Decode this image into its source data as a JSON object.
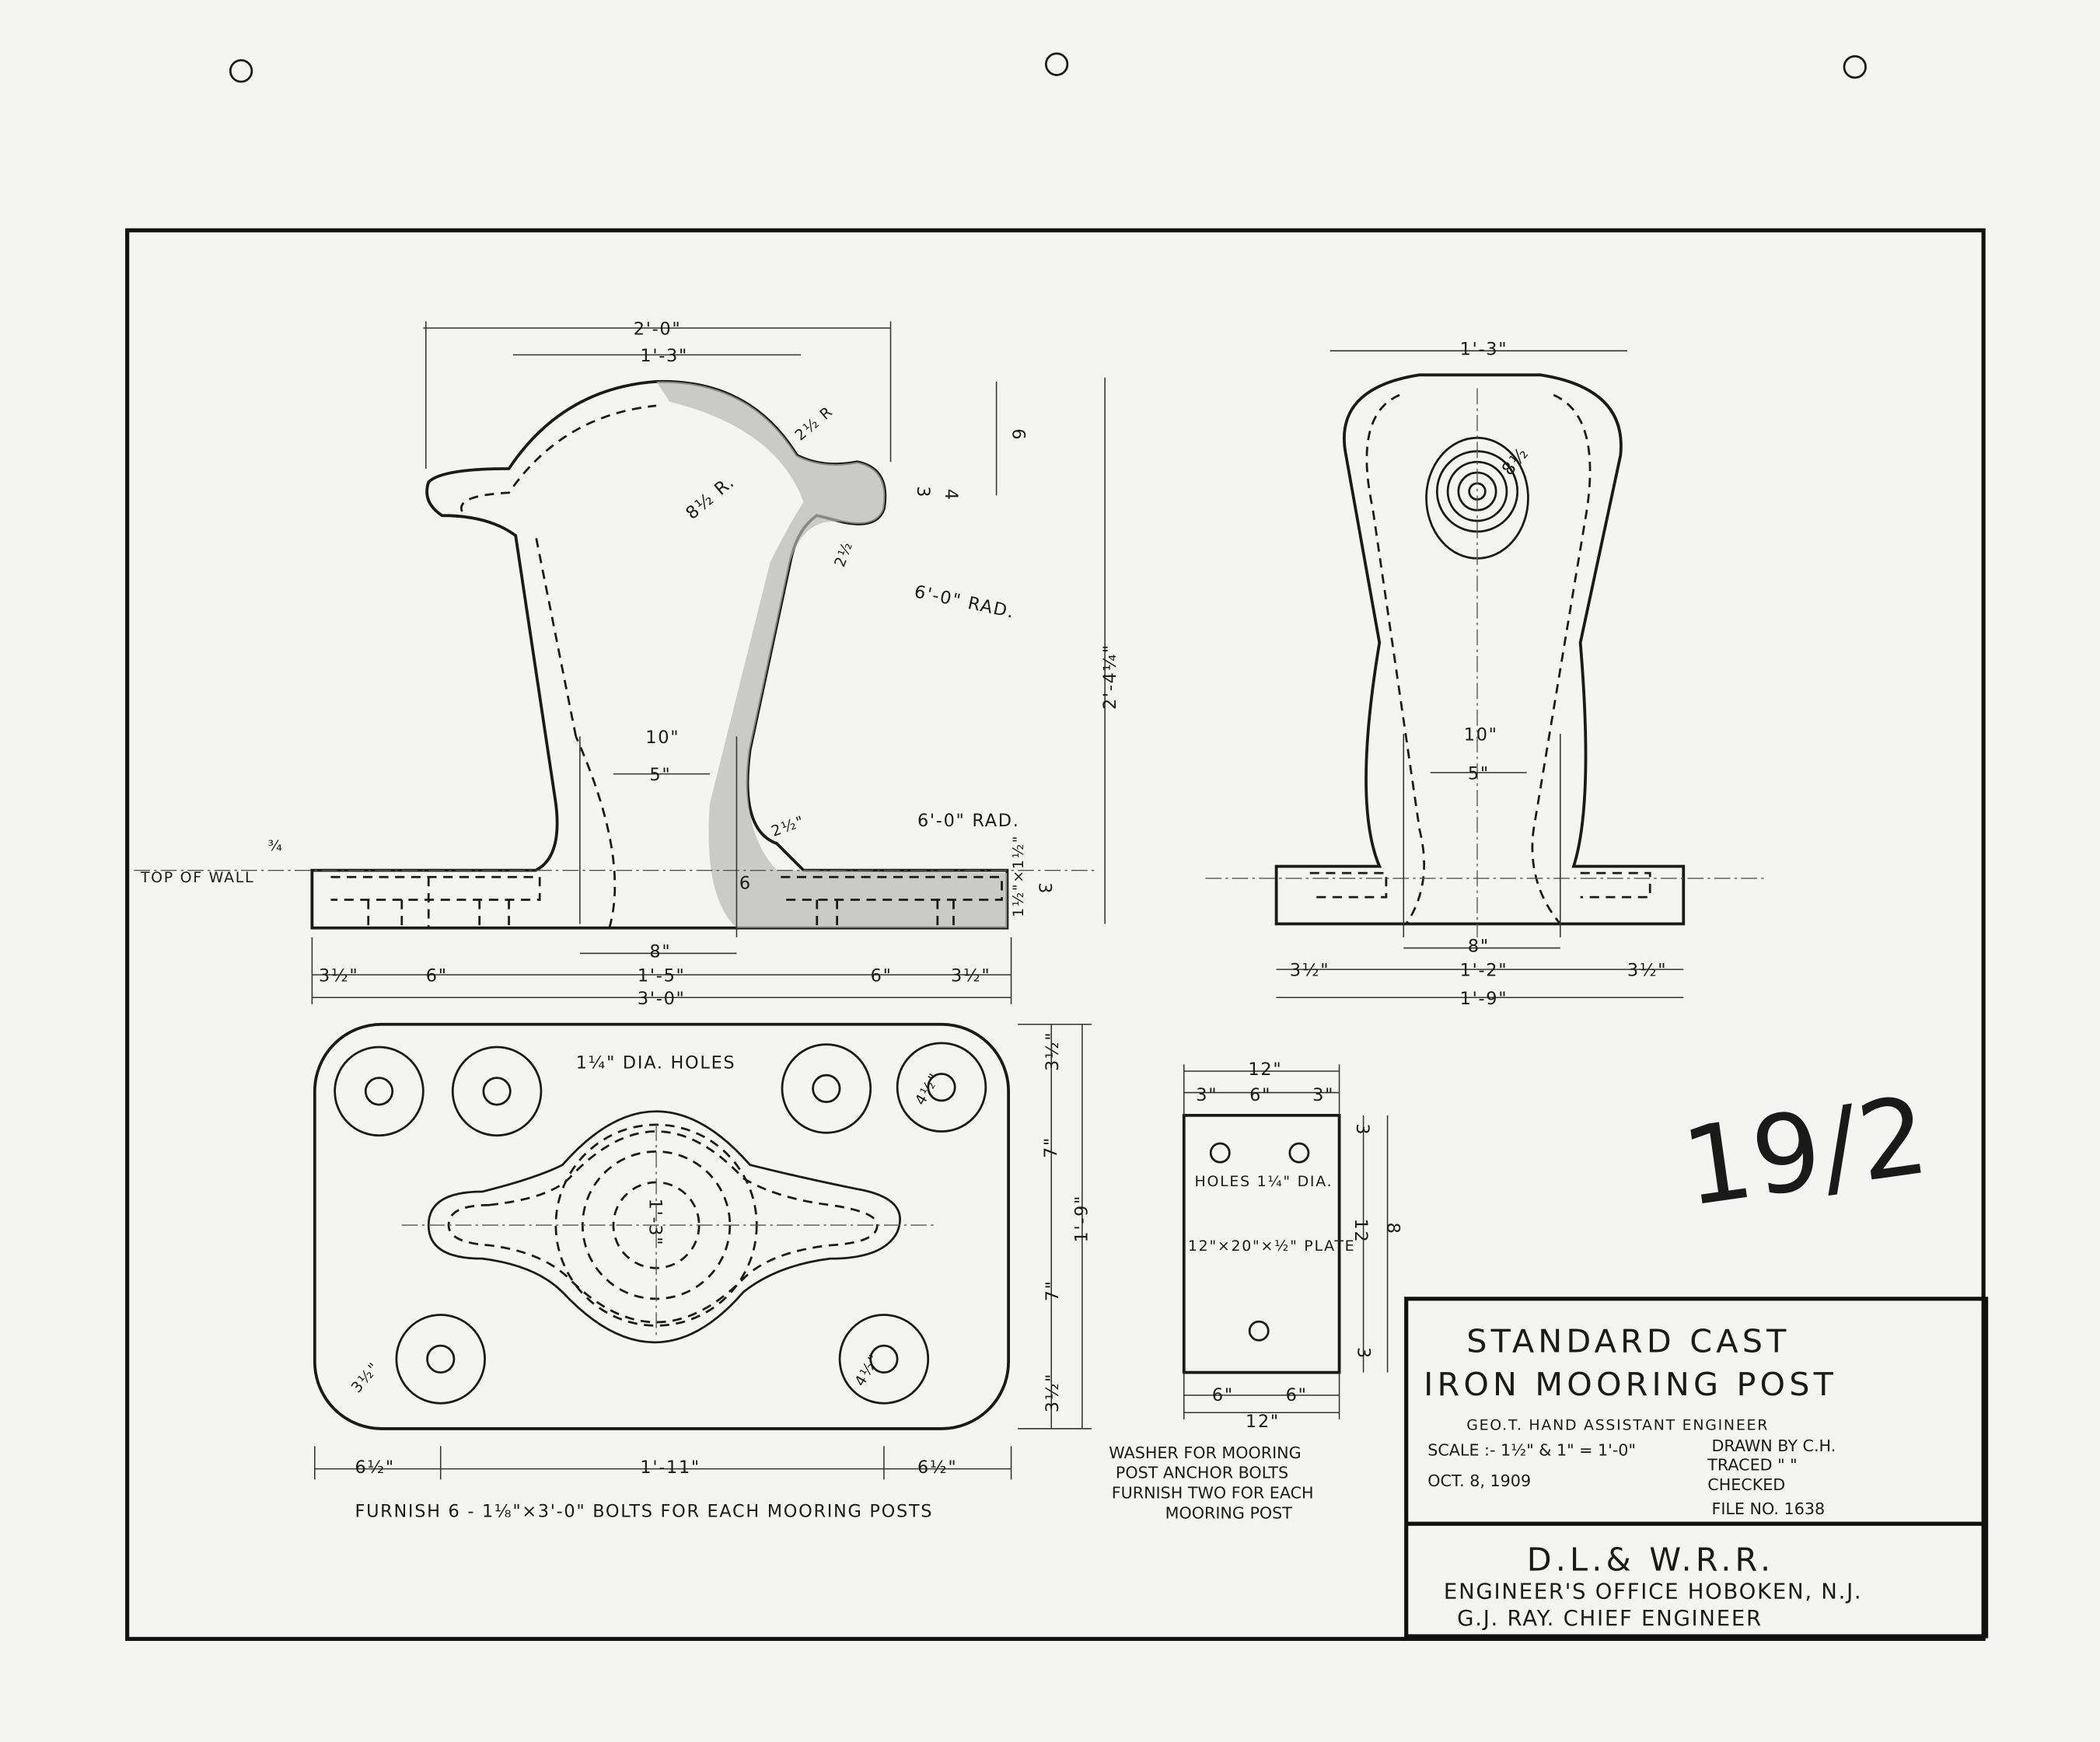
{
  "title_block": {
    "title_line1": "STANDARD CAST",
    "title_line2": "IRON MOORING POST",
    "assistant": "GEO.T. HAND ASSISTANT ENGINEER",
    "scale": "SCALE :- 1½\" & 1\" = 1'-0\"",
    "date": "OCT. 8, 1909",
    "drawn": "DRAWN BY C.H.",
    "traced": "TRACED \" \"",
    "checked": "CHECKED",
    "file_no": "FILE NO. 1638",
    "railroad": "D.L.& W.R.R.",
    "office": "ENGINEER'S OFFICE HOBOKEN, N.J.",
    "chief": "G.J. RAY.  CHIEF ENGINEER"
  },
  "handwritten_note": "19/2",
  "side_view": {
    "w_2_0": "2'-0\"",
    "w_1_3": "1'-3\"",
    "d6": "6",
    "d3": "3",
    "d4": "4",
    "r8half": "8½ R.",
    "r2half": "2½ R",
    "t2half": "2½",
    "rad1": "6'-0\" RAD.",
    "w10": "10\"",
    "w5": "5\"",
    "t2half_b": "2½\"",
    "rad2": "6'-0\" RAD.",
    "h_total": "2'-4¼\"",
    "top_of_wall": "TOP OF WALL",
    "wall_frac": "¾",
    "base3": "3",
    "bolt": "1½\"×1½\"",
    "fillet6": "6",
    "b8": "8\"",
    "b1_5": "1'-5\"",
    "b3_0": "3'-0\"",
    "e1": "3½\"",
    "e2": "6\"",
    "e3": "6\"",
    "e4": "3½\""
  },
  "front_view": {
    "w1_3": "1'-3\"",
    "d8half": "8½",
    "w10": "10\"",
    "w5": "5\"",
    "b8": "8\"",
    "b1_2": "1'-2\"",
    "b1_9": "1'-9\"",
    "e1": "3½\"",
    "e2": "3½\""
  },
  "plan_view": {
    "holes": "1¼\" DIA. HOLES",
    "v1": "3½\"",
    "v2": "7\"",
    "v_total": "1'-9\"",
    "v3": "7\"",
    "v4": "3½\"",
    "center": "1'-3\"",
    "corner": "3½\"",
    "r1": "4½\"",
    "r2": "4½\"",
    "h1": "6½\"",
    "h2": "1'-11\"",
    "h3": "6½\"",
    "note": "FURNISH 6 - 1⅛\"×3'-0\" BOLTS FOR EACH MOORING POSTS"
  },
  "washer": {
    "w12_top": "12\"",
    "a3": "3\"",
    "a6": "6\"",
    "b3": "3\"",
    "holes": "HOLES 1¼\" DIA.",
    "plate": "12\"×20\"×½\" PLATE",
    "v3a": "3",
    "v12": "12",
    "v8": "8",
    "v3b": "3",
    "c6a": "6\"",
    "c6b": "6\"",
    "w12_bot": "12\"",
    "note1": "WASHER FOR MOORING",
    "note2": "POST ANCHOR BOLTS",
    "note3": "FURNISH TWO FOR EACH",
    "note4": "MOORING POST"
  }
}
